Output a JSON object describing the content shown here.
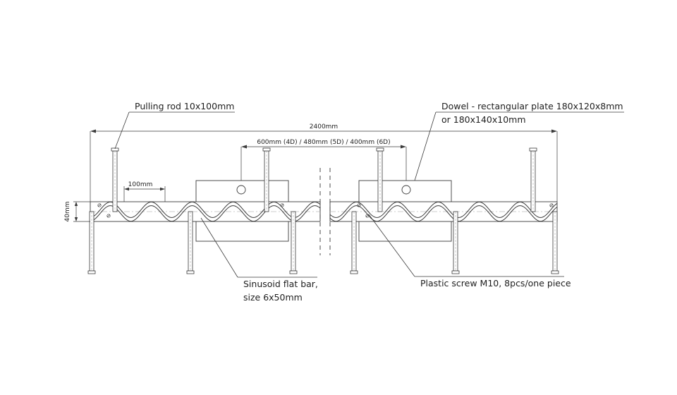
{
  "colors": {
    "line": "#3a3a3a",
    "light": "#9a9a9a",
    "text": "#1e1e1e",
    "background": "#ffffff"
  },
  "labels": {
    "pulling_rod": "Pulling rod 10x100mm",
    "dowel_line1": "Dowel - rectangular plate 180x120x8mm",
    "dowel_line2": "or 180x140x10mm",
    "sinusoid_line1": "Sinusoid flat bar,",
    "sinusoid_line2": "size 6x50mm",
    "plastic_screw": "Plastic screw M10, 8pcs/one piece"
  },
  "dimensions": {
    "overall_length": "2400mm",
    "dowel_spacing": "600mm (4D) / 480mm (5D) / 400mm (6D)",
    "wave_pitch": "100mm",
    "bar_height": "40mm"
  }
}
